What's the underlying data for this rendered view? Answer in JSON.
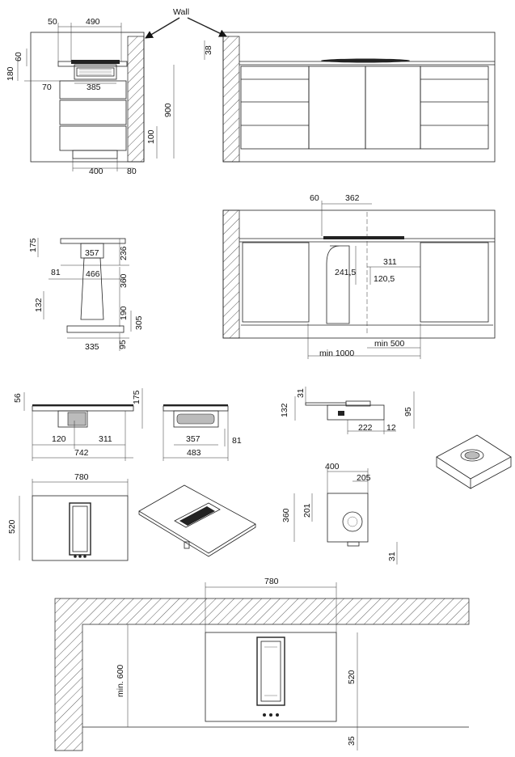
{
  "labels": {
    "wall": "Wall",
    "v1": {
      "d50": "50",
      "d490": "490",
      "d60": "60",
      "d180": "180",
      "d70": "70",
      "d385": "385",
      "d900": "900",
      "d100": "100",
      "d400": "400",
      "d80": "80"
    },
    "v2": {
      "d38": "38"
    },
    "v3": {
      "d175": "175",
      "d357": "357",
      "d236": "236",
      "d81": "81",
      "d466": "466",
      "d360": "360",
      "d132": "132",
      "d190": "190",
      "d305": "305",
      "d335": "335",
      "d95": "95"
    },
    "v4": {
      "d60": "60",
      "d362": "362",
      "d311": "311",
      "d2415": "241,5",
      "d1205": "120,5",
      "dmin500": "min 500",
      "dmin1000": "min 1000"
    },
    "v5": {
      "d56": "56",
      "d175": "175",
      "d120": "120",
      "d311": "311",
      "d742": "742"
    },
    "v6": {
      "d357": "357",
      "d81": "81",
      "d483": "483"
    },
    "v7": {
      "d31": "31",
      "d132": "132",
      "d95": "95",
      "d222": "222",
      "d12": "12"
    },
    "v8": {
      "d780": "780",
      "d520": "520"
    },
    "v9": {
      "d400": "400",
      "d205": "205",
      "d360": "360",
      "d201": "201",
      "d31": "31"
    },
    "v10": {
      "d780": "780",
      "dmin600": "min. 600",
      "d520": "520",
      "d35": "35"
    }
  }
}
